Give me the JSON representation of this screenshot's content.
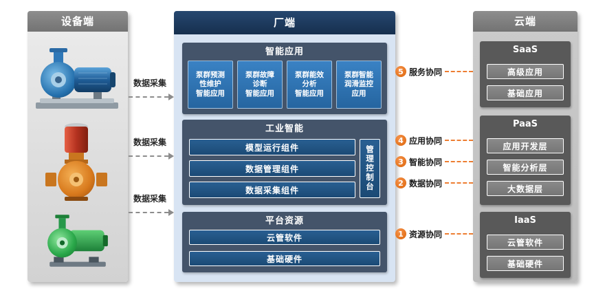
{
  "device": {
    "title": "设备端",
    "pumps": [
      {
        "name": "blue-pump"
      },
      {
        "name": "orange-pump"
      },
      {
        "name": "green-pump"
      }
    ]
  },
  "links": {
    "data_collect": [
      {
        "label": "数据采集"
      },
      {
        "label": "数据采集"
      },
      {
        "label": "数据采集"
      }
    ]
  },
  "factory": {
    "title": "厂端",
    "apps_section": {
      "title": "智能应用",
      "tiles": [
        {
          "label": "泵群预测\n性维护\n智能应用"
        },
        {
          "label": "泵群故障\n诊断\n智能应用"
        },
        {
          "label": "泵群能效\n分析\n智能应用"
        },
        {
          "label": "泵群智能\n润滑监控\n应用"
        }
      ]
    },
    "intelligence_section": {
      "title": "工业智能",
      "components": [
        {
          "label": "模型运行组件"
        },
        {
          "label": "数据管理组件"
        },
        {
          "label": "数据采集组件"
        }
      ],
      "console": {
        "label": "管理控制台"
      }
    },
    "platform_section": {
      "title": "平台资源",
      "items": [
        {
          "label": "云管软件"
        },
        {
          "label": "基础硬件"
        }
      ]
    }
  },
  "cloud": {
    "title": "云端",
    "layers": [
      {
        "title": "SaaS",
        "items": [
          {
            "label": "高级应用"
          },
          {
            "label": "基础应用"
          }
        ]
      },
      {
        "title": "PaaS",
        "items": [
          {
            "label": "应用开发层"
          },
          {
            "label": "智能分析层"
          },
          {
            "label": "大数据层"
          }
        ]
      },
      {
        "title": "IaaS",
        "items": [
          {
            "label": "云管软件"
          },
          {
            "label": "基础硬件"
          }
        ]
      }
    ]
  },
  "collaborations": [
    {
      "num": "5",
      "label": "服务协同"
    },
    {
      "num": "4",
      "label": "应用协同"
    },
    {
      "num": "3",
      "label": "智能协同"
    },
    {
      "num": "2",
      "label": "数据协同"
    },
    {
      "num": "1",
      "label": "资源协同"
    }
  ],
  "colors": {
    "accent_orange": "#ED7D31",
    "navy_header": "#17375E",
    "tile_blue": "#2E75B6",
    "bar_blue": "#1F4E79",
    "section_slate": "#44546A",
    "gray_header": "#7F7F7F",
    "section_dark_gray": "#595959",
    "gray_bar": "#808080"
  }
}
